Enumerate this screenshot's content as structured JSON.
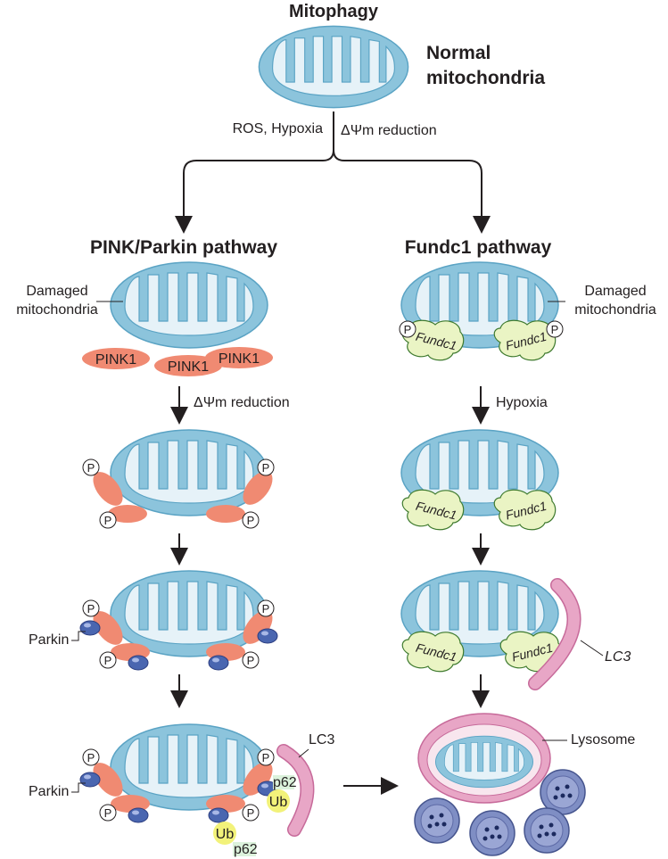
{
  "title": "Mitophagy",
  "normal_label_line1": "Normal",
  "normal_label_line2": "mitochondria",
  "trigger_left": "ROS, Hypoxia",
  "trigger_right": "ΔΨm reduction",
  "left_pathway": {
    "title": "PINK/Parkin pathway",
    "damaged_line1": "Damaged",
    "damaged_line2": "mitochondria",
    "pink1": "PINK1",
    "step1": "ΔΨm reduction",
    "parkin": "Parkin",
    "lc3": "LC3",
    "p62": "p62",
    "ub": "Ub",
    "phospho": "P"
  },
  "right_pathway": {
    "title": "Fundc1 pathway",
    "damaged_line1": "Damaged",
    "damaged_line2": "mitochondria",
    "fundc1": "Fundc1",
    "step1": "Hypoxia",
    "lc3": "LC3",
    "lysosome": "Lysosome",
    "phospho": "P"
  },
  "colors": {
    "mito_outer": "#8cc4dc",
    "mito_inner": "#e6f2f8",
    "mito_stroke": "#5aa3c4",
    "pink1": "#f08a72",
    "parkin": "#4a66b0",
    "fundc1": "#eaf4c4",
    "lc3": "#e8a6c6",
    "ub": "#f2f27a",
    "p62": "#dcf2dc",
    "lysosome_vesicle": "#7f8ec4"
  }
}
